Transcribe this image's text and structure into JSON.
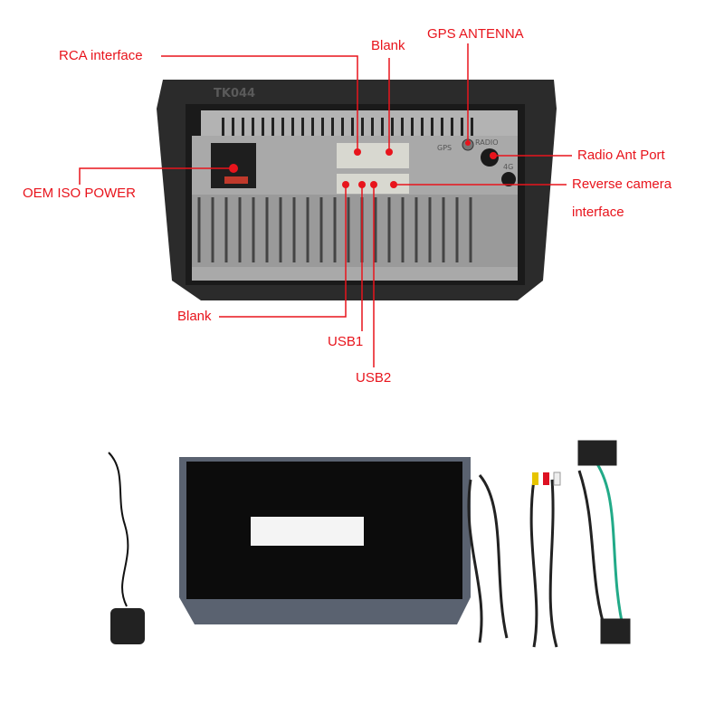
{
  "labels": {
    "rca": "RCA interface",
    "blank_top": "Blank",
    "gps_antenna": "GPS ANTENNA",
    "radio_ant_port": "Radio Ant Port",
    "reverse_camera_line1": "Reverse camera",
    "reverse_camera_line2": "interface",
    "oem_iso_power": "OEM ISO POWER",
    "blank_bottom": "Blank",
    "usb1": "USB1",
    "usb2": "USB2"
  },
  "photo_markings": [
    "TK044",
    "GPS",
    "RADIO",
    "4G"
  ],
  "colors": {
    "callout": "#e8141c",
    "unit_frame": "#2a2a2a",
    "panel": "#a9a9a9"
  }
}
